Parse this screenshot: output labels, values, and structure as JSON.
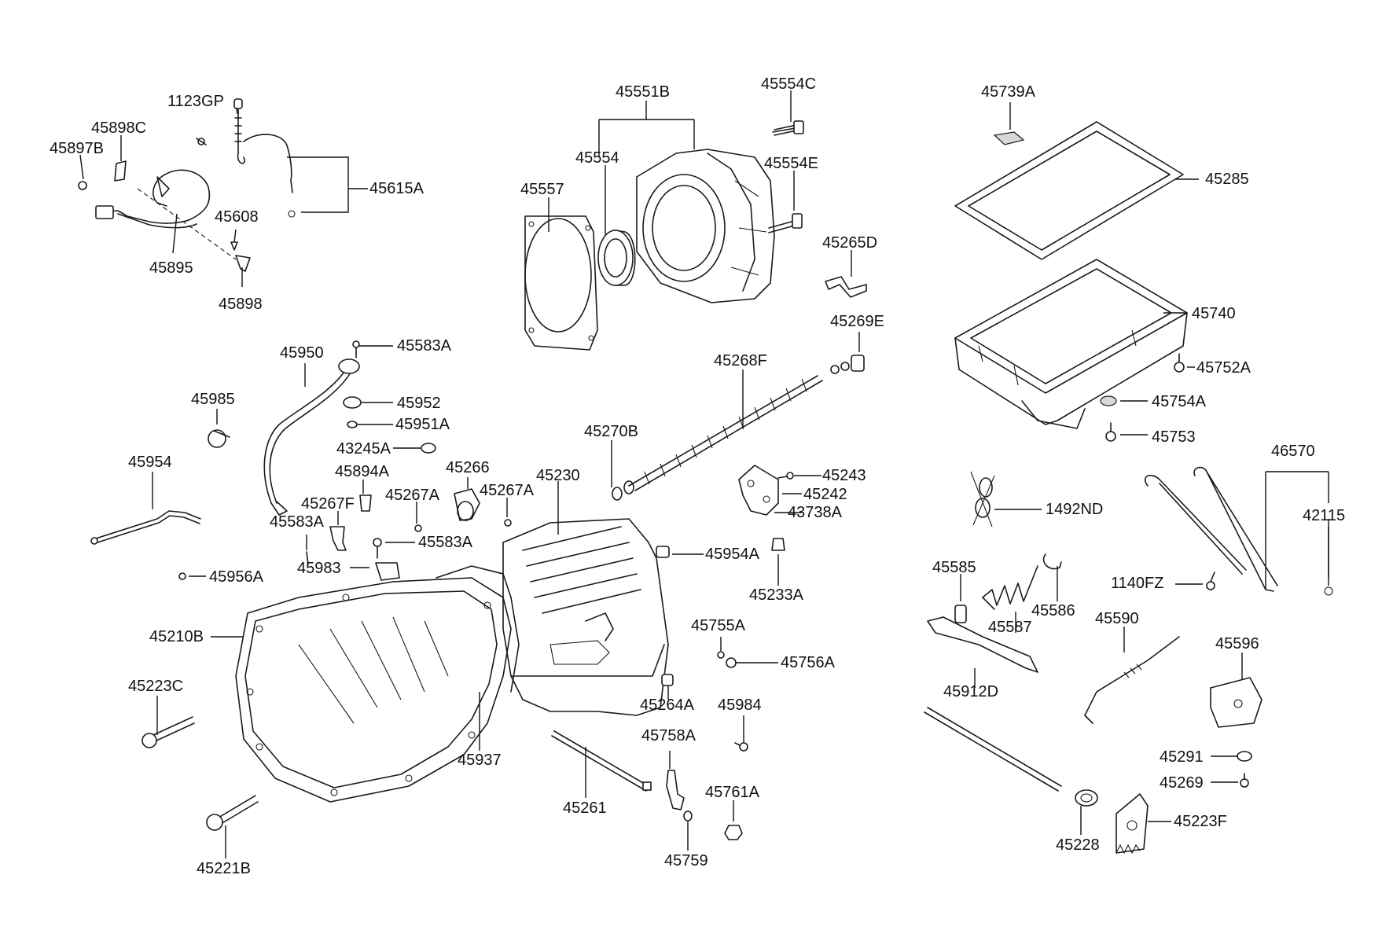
{
  "diagram": {
    "labels": [
      {
        "id": "45551B",
        "text": "45551B"
      },
      {
        "id": "45554C",
        "text": "45554C"
      },
      {
        "id": "45739A",
        "text": "45739A"
      },
      {
        "id": "1123GP",
        "text": "1123GP"
      },
      {
        "id": "45898C",
        "text": "45898C"
      },
      {
        "id": "45897B",
        "text": "45897B"
      },
      {
        "id": "45554",
        "text": "45554"
      },
      {
        "id": "45554E",
        "text": "45554E"
      },
      {
        "id": "45285",
        "text": "45285"
      },
      {
        "id": "45557",
        "text": "45557"
      },
      {
        "id": "45615A",
        "text": "45615A"
      },
      {
        "id": "45608",
        "text": "45608"
      },
      {
        "id": "45265D",
        "text": "45265D"
      },
      {
        "id": "45895",
        "text": "45895"
      },
      {
        "id": "45898",
        "text": "45898"
      },
      {
        "id": "45740",
        "text": "45740"
      },
      {
        "id": "45269E",
        "text": "45269E"
      },
      {
        "id": "45950",
        "text": "45950"
      },
      {
        "id": "45583A-top",
        "text": "45583A"
      },
      {
        "id": "45268F",
        "text": "45268F"
      },
      {
        "id": "45752A",
        "text": "45752A"
      },
      {
        "id": "45985",
        "text": "45985"
      },
      {
        "id": "45952",
        "text": "45952"
      },
      {
        "id": "45754A",
        "text": "45754A"
      },
      {
        "id": "45951A",
        "text": "45951A"
      },
      {
        "id": "45270B",
        "text": "45270B"
      },
      {
        "id": "45753",
        "text": "45753"
      },
      {
        "id": "43245A",
        "text": "43245A"
      },
      {
        "id": "46570",
        "text": "46570"
      },
      {
        "id": "45954",
        "text": "45954"
      },
      {
        "id": "45266",
        "text": "45266"
      },
      {
        "id": "45894A",
        "text": "45894A"
      },
      {
        "id": "45230",
        "text": "45230"
      },
      {
        "id": "45243",
        "text": "45243"
      },
      {
        "id": "45267A-1",
        "text": "45267A"
      },
      {
        "id": "45242",
        "text": "45242"
      },
      {
        "id": "45267F",
        "text": "45267F"
      },
      {
        "id": "45267A-2",
        "text": "45267A"
      },
      {
        "id": "1492ND",
        "text": "1492ND"
      },
      {
        "id": "43738A",
        "text": "43738A"
      },
      {
        "id": "42115",
        "text": "42115"
      },
      {
        "id": "45583A-mid",
        "text": "45583A"
      },
      {
        "id": "45583A-low",
        "text": "45583A"
      },
      {
        "id": "45954A",
        "text": "45954A"
      },
      {
        "id": "45983",
        "text": "45983"
      },
      {
        "id": "45585",
        "text": "45585"
      },
      {
        "id": "45956A",
        "text": "45956A"
      },
      {
        "id": "1140FZ",
        "text": "1140FZ"
      },
      {
        "id": "45233A",
        "text": "45233A"
      },
      {
        "id": "45586",
        "text": "45586"
      },
      {
        "id": "45590",
        "text": "45590"
      },
      {
        "id": "45210B",
        "text": "45210B"
      },
      {
        "id": "45755A",
        "text": "45755A"
      },
      {
        "id": "45587",
        "text": "45587"
      },
      {
        "id": "45596",
        "text": "45596"
      },
      {
        "id": "45756A",
        "text": "45756A"
      },
      {
        "id": "45223C",
        "text": "45223C"
      },
      {
        "id": "45912D",
        "text": "45912D"
      },
      {
        "id": "45264A",
        "text": "45264A"
      },
      {
        "id": "45984",
        "text": "45984"
      },
      {
        "id": "45758A",
        "text": "45758A"
      },
      {
        "id": "45937",
        "text": "45937"
      },
      {
        "id": "45291",
        "text": "45291"
      },
      {
        "id": "45269",
        "text": "45269"
      },
      {
        "id": "45761A",
        "text": "45761A"
      },
      {
        "id": "45261",
        "text": "45261"
      },
      {
        "id": "45223F",
        "text": "45223F"
      },
      {
        "id": "45228",
        "text": "45228"
      },
      {
        "id": "45221B",
        "text": "45221B"
      },
      {
        "id": "45759",
        "text": "45759"
      }
    ]
  }
}
